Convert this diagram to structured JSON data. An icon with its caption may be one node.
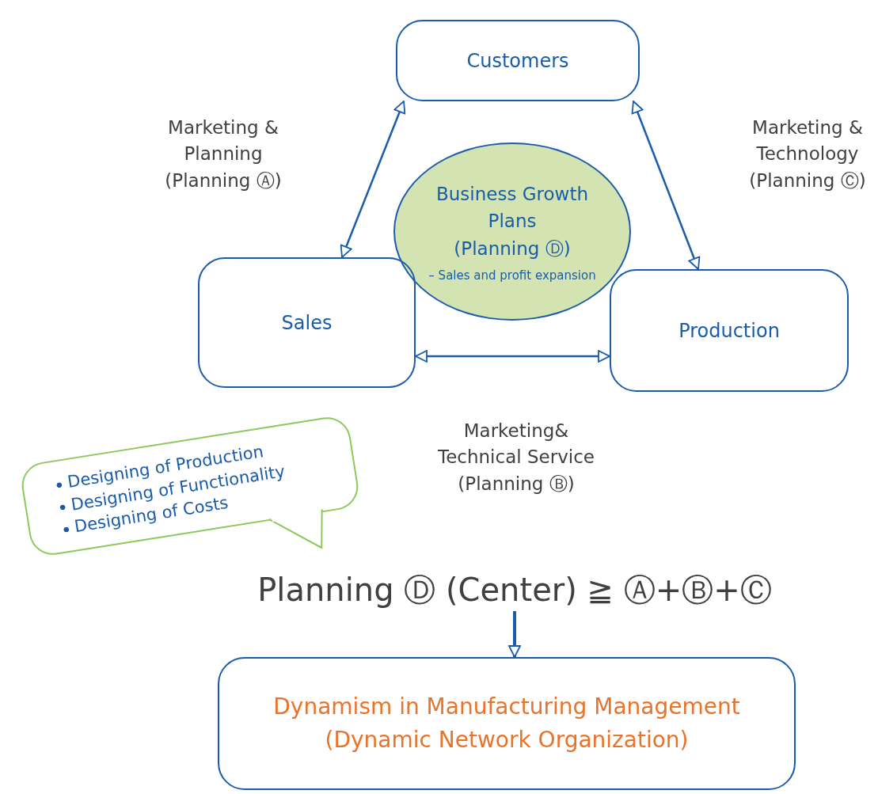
{
  "diagram": {
    "nodes": [
      {
        "text": [
          "Customers"
        ]
      },
      {
        "text": [
          "Business Growth Plans",
          "(Planning Ⓓ)",
          "– Sales and profit expansion"
        ]
      },
      {
        "text": [
          "Sales"
        ]
      },
      {
        "text": [
          "Production"
        ]
      },
      {
        "text": [
          "Designing of Production",
          "Designing of Functionality",
          "Designing of Costs"
        ]
      },
      {
        "text": [
          "Planning Ⓓ (Center) ≧ Ⓐ+Ⓑ+Ⓒ"
        ]
      },
      {
        "text": [
          "Dynamism in Manufacturing Management (Dynamic Network Organization)"
        ]
      }
    ],
    "edges": [
      {
        "from": 0,
        "to": 2,
        "arrow": "both"
      },
      {
        "from": 0,
        "to": 3,
        "arrow": "both"
      },
      {
        "from": 2,
        "to": 3,
        "arrow": "both"
      },
      {
        "from": 5,
        "to": 6,
        "arrow": "to"
      }
    ],
    "labels": [
      "Marketing & Planning (Planning Ⓐ)",
      "Marketing & Technology (Planning Ⓒ)",
      "Marketing& Technical Service (Planning Ⓑ)"
    ]
  }
}
